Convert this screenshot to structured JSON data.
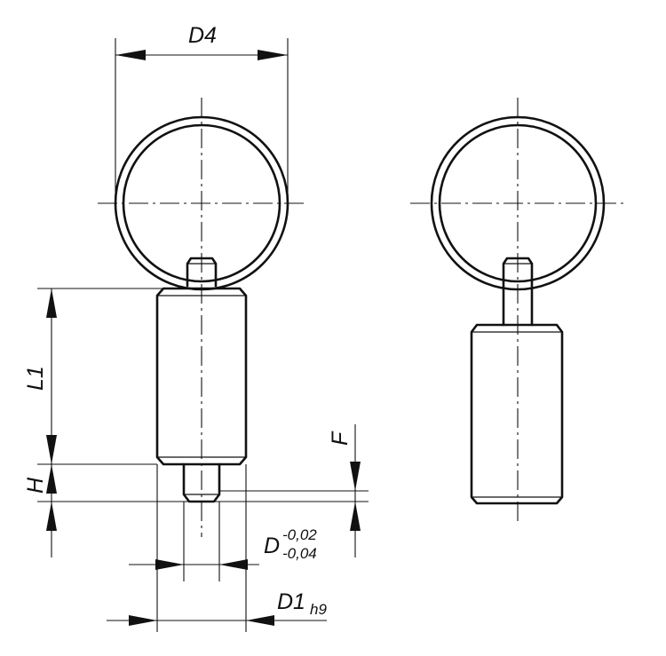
{
  "labels": {
    "d4": "D4",
    "l1": "L1",
    "h": "H",
    "f": "F",
    "d": "D",
    "d_tol_upper": "-0,02",
    "d_tol_lower": "-0,04",
    "d1": "D1",
    "d1_tol": "h9"
  }
}
